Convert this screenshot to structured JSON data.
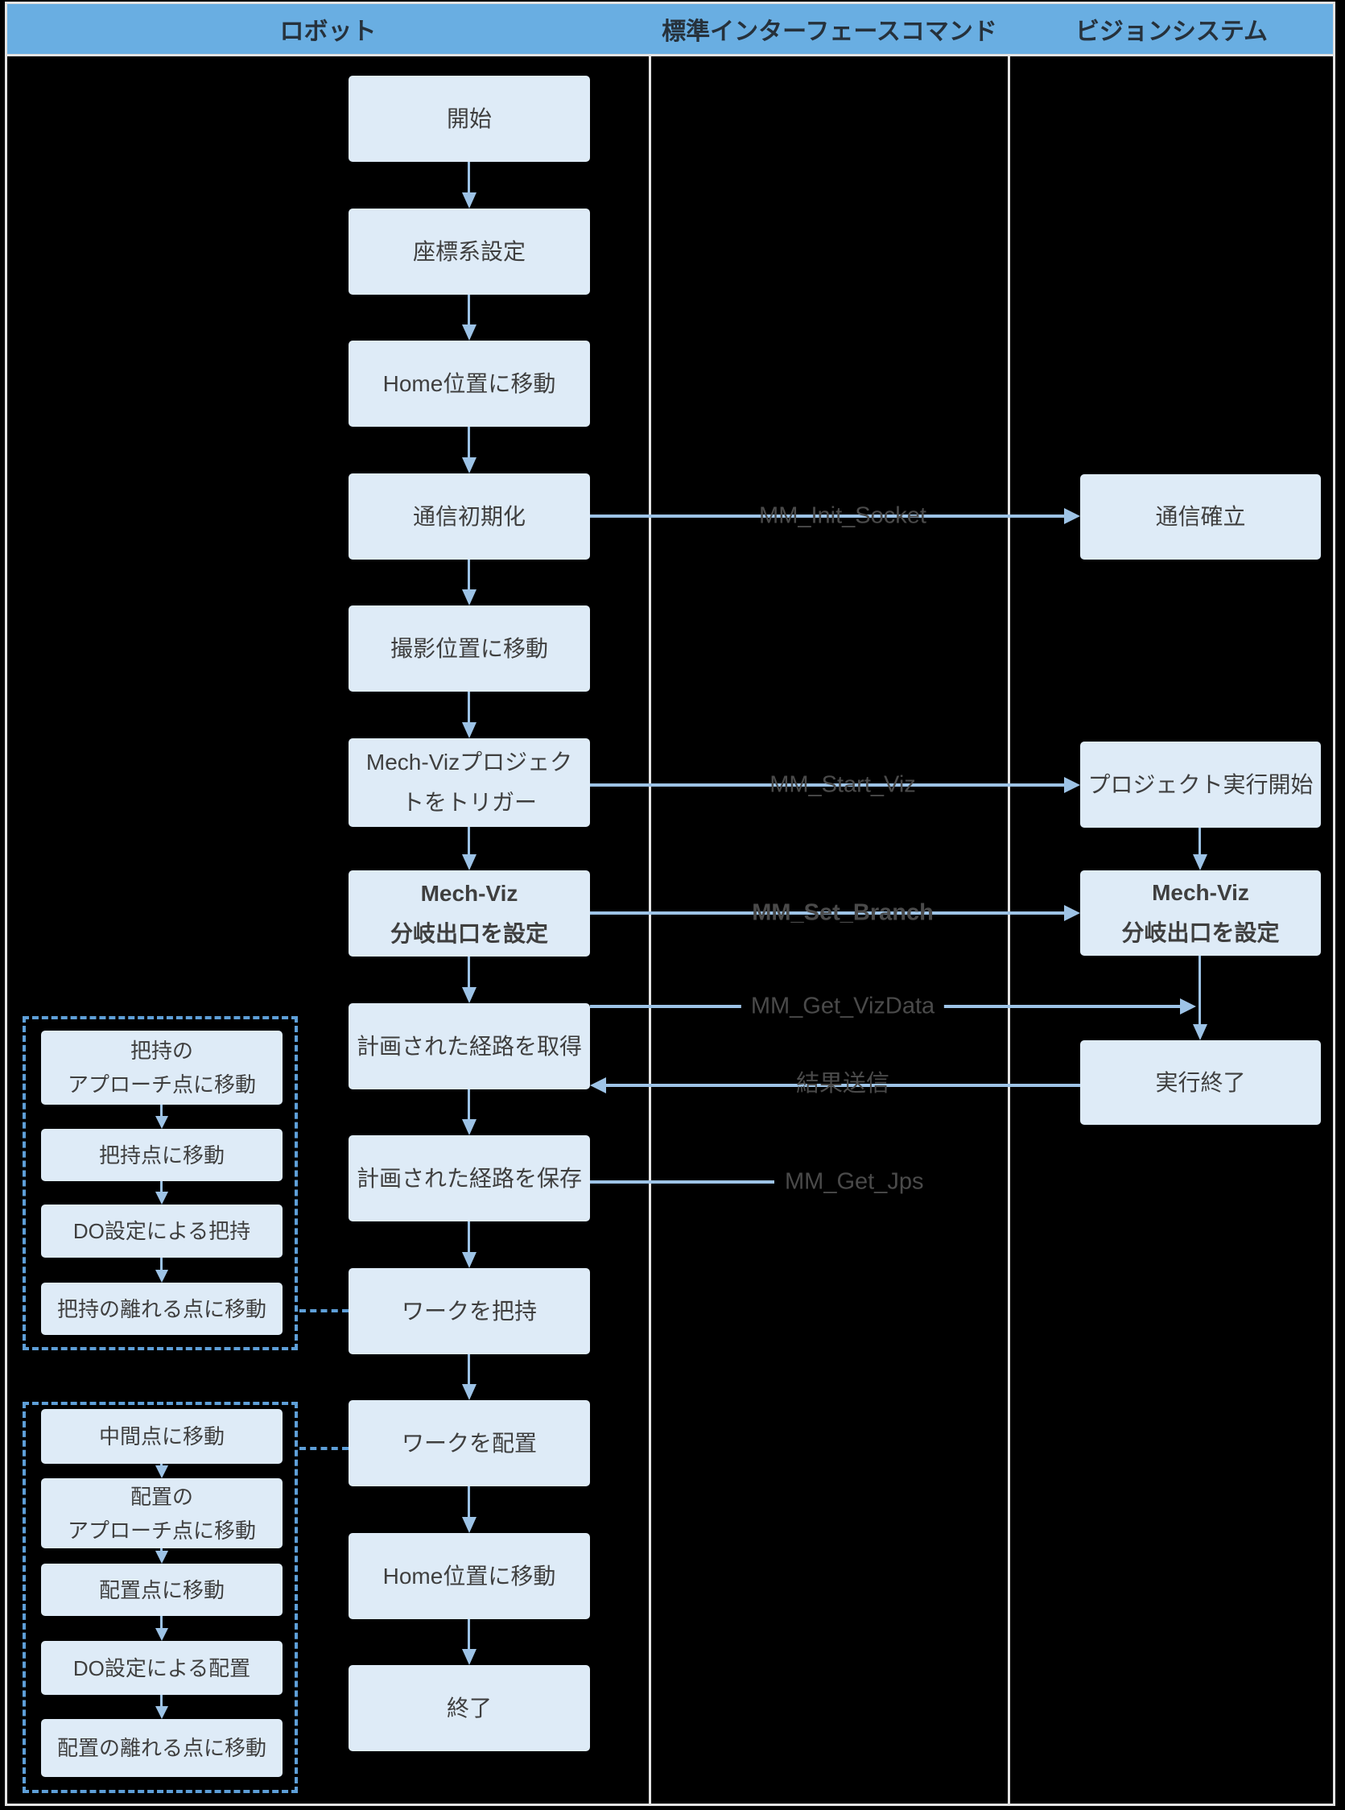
{
  "header": {
    "columns": [
      {
        "key": "robot",
        "label": "ロボット"
      },
      {
        "key": "interface-commands",
        "label": "標準インターフェースコマンド"
      },
      {
        "key": "vision-system",
        "label": "ビジョンシステム"
      }
    ]
  },
  "robot_flow": [
    {
      "key": "start",
      "label": "開始"
    },
    {
      "key": "set-coordinate-system",
      "label": "座標系設定"
    },
    {
      "key": "move-to-home-1",
      "label": "Home位置に移動"
    },
    {
      "key": "init-communication",
      "label": "通信初期化"
    },
    {
      "key": "move-to-capture-position",
      "label": "撮影位置に移動"
    },
    {
      "key": "trigger-mechviz-project",
      "lines": [
        "Mech-Vizプロジェク",
        "トをトリガー"
      ]
    },
    {
      "key": "set-branch-exit",
      "lines": [
        "Mech-Viz",
        "分岐出口を設定"
      ],
      "bold": true
    },
    {
      "key": "get-planned-path",
      "label": "計画された経路を取得"
    },
    {
      "key": "save-planned-path",
      "label": "計画された経路を保存"
    },
    {
      "key": "grasp-workpiece",
      "label": "ワークを把持"
    },
    {
      "key": "place-workpiece",
      "label": "ワークを配置"
    },
    {
      "key": "move-to-home-2",
      "label": "Home位置に移動"
    },
    {
      "key": "end",
      "label": "終了"
    }
  ],
  "vision_flow": [
    {
      "key": "communication-established",
      "label": "通信確立"
    },
    {
      "key": "project-execution-start",
      "label": "プロジェクト実行開始"
    },
    {
      "key": "set-branch-exit-vision",
      "lines": [
        "Mech-Viz",
        "分岐出口を設定"
      ],
      "bold": true
    },
    {
      "key": "execution-end",
      "label": "実行終了"
    }
  ],
  "commands": [
    {
      "key": "mm-init-socket",
      "label": "MM_Init_Socket"
    },
    {
      "key": "mm-start-viz",
      "label": "MM_Start_Viz"
    },
    {
      "key": "mm-set-branch",
      "label": "MM_Set_Branch",
      "bold": true
    },
    {
      "key": "mm-get-vizdata",
      "label": "MM_Get_VizData"
    },
    {
      "key": "send-result",
      "label": "結果送信"
    },
    {
      "key": "mm-get-jps",
      "label": "MM_Get_Jps"
    }
  ],
  "grasp_group": [
    {
      "key": "move-to-grasp-approach",
      "lines": [
        "把持の",
        "アプローチ点に移動"
      ]
    },
    {
      "key": "move-to-grasp-point",
      "label": "把持点に移動"
    },
    {
      "key": "grasp-by-do-setting",
      "label": "DO設定による把持"
    },
    {
      "key": "move-to-grasp-depart",
      "label": "把持の離れる点に移動"
    }
  ],
  "place_group": [
    {
      "key": "move-to-intermediate-point",
      "label": "中間点に移動"
    },
    {
      "key": "move-to-place-approach",
      "lines": [
        "配置の",
        "アプローチ点に移動"
      ]
    },
    {
      "key": "move-to-place-point",
      "label": "配置点に移動"
    },
    {
      "key": "place-by-do-setting",
      "label": "DO設定による配置"
    },
    {
      "key": "move-to-place-depart",
      "label": "配置の離れる点に移動"
    }
  ],
  "colors": {
    "background": "#000000",
    "frame": "#E3E3E3",
    "header_bg": "#69AEE2",
    "header_text": "#26313B",
    "box_fill": "#DEEBF7",
    "box_text": "#3F3F3F",
    "arrow": "#9DC3E6",
    "dashed_border": "#5E9FD8",
    "command_text": "#4A4A4A"
  }
}
